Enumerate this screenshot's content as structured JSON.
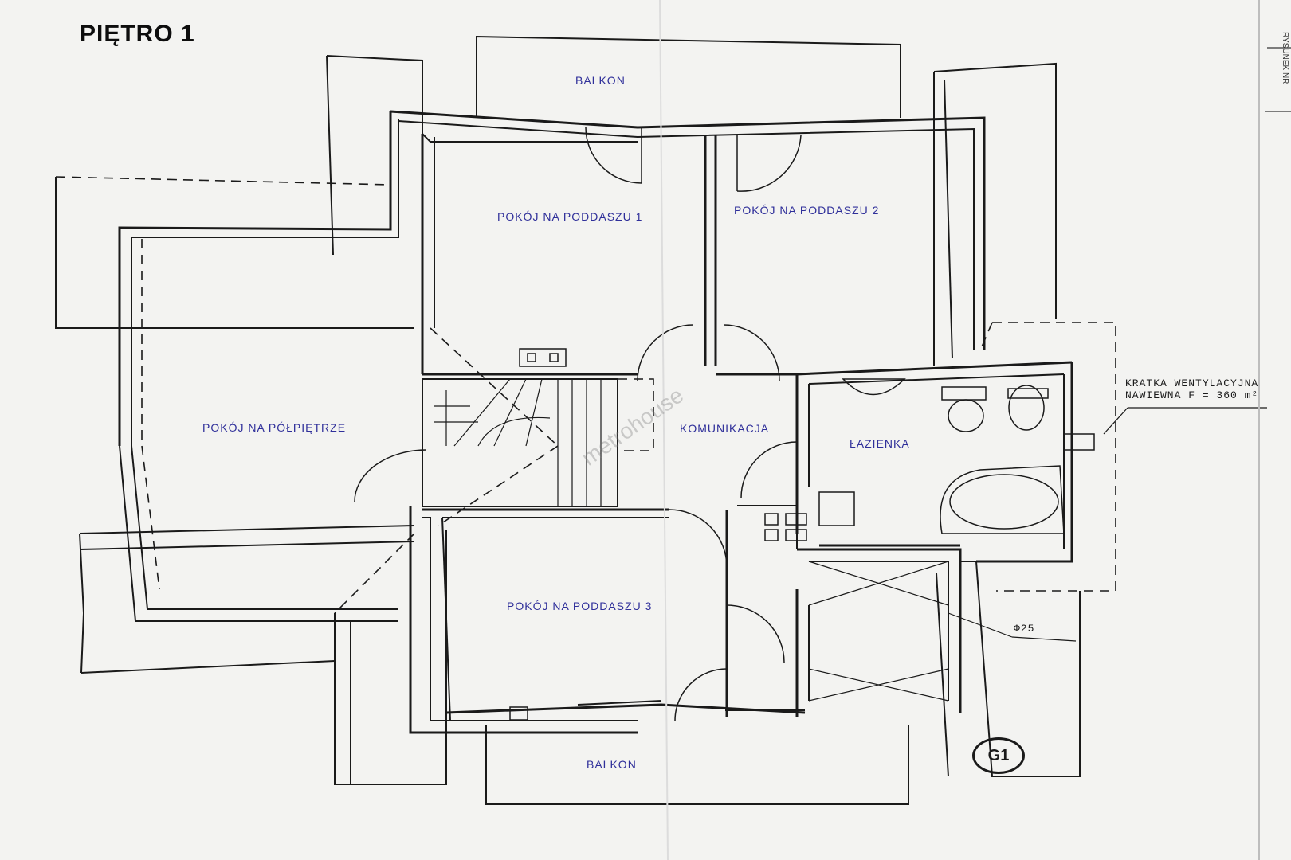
{
  "title": "PIĘTRO 1",
  "rooms": {
    "balkon_top": "BALKON",
    "pokoj1": "POKÓJ NA PODDASZU 1",
    "pokoj2": "POKÓJ NA PODDASZU 2",
    "polpietrze": "POKÓJ NA PÓŁPIĘTRZE",
    "komunikacja": "KOMUNIKACJA",
    "lazienka": "ŁAZIENKA",
    "pokoj3": "POKÓJ NA PODDASZU 3",
    "balkon_bottom": "BALKON"
  },
  "notes": {
    "vent_line1": "KRATKA WENTYLACYJNA",
    "vent_line2": "NAWIEWNA F = 360 m²",
    "pipe": "Φ25"
  },
  "badge": "G1",
  "watermark": "metrohouse",
  "edge_text": "RYSUNEK NR"
}
